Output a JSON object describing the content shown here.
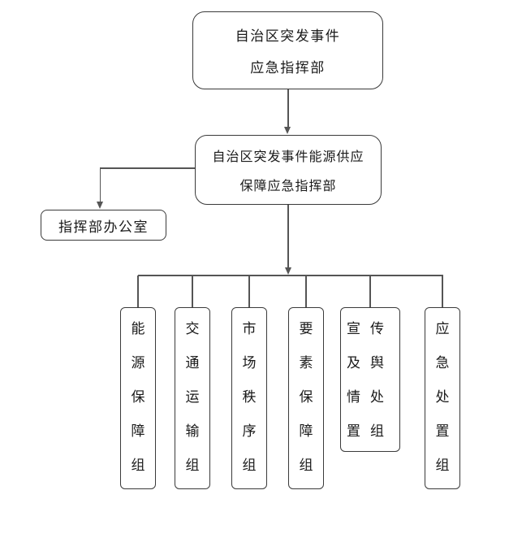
{
  "diagram": {
    "top_box": {
      "line1": "自治区突发事件",
      "line2": "应急指挥部"
    },
    "hq_box": {
      "line1": "自治区突发事件能源供应",
      "line2": "保障应急指挥部"
    },
    "office_box": {
      "label": "指挥部办公室"
    },
    "groups": [
      {
        "label": "能源保障组"
      },
      {
        "label": "交通运输组"
      },
      {
        "label": "市场秩序组"
      },
      {
        "label": "要素保障组"
      },
      {
        "label": "宣传及舆情处置组"
      },
      {
        "label": "应急处置组"
      }
    ],
    "colors": {
      "line": "#555555",
      "border": "#3a3a3a",
      "background": "#ffffff",
      "text": "#1a1a1a"
    }
  }
}
